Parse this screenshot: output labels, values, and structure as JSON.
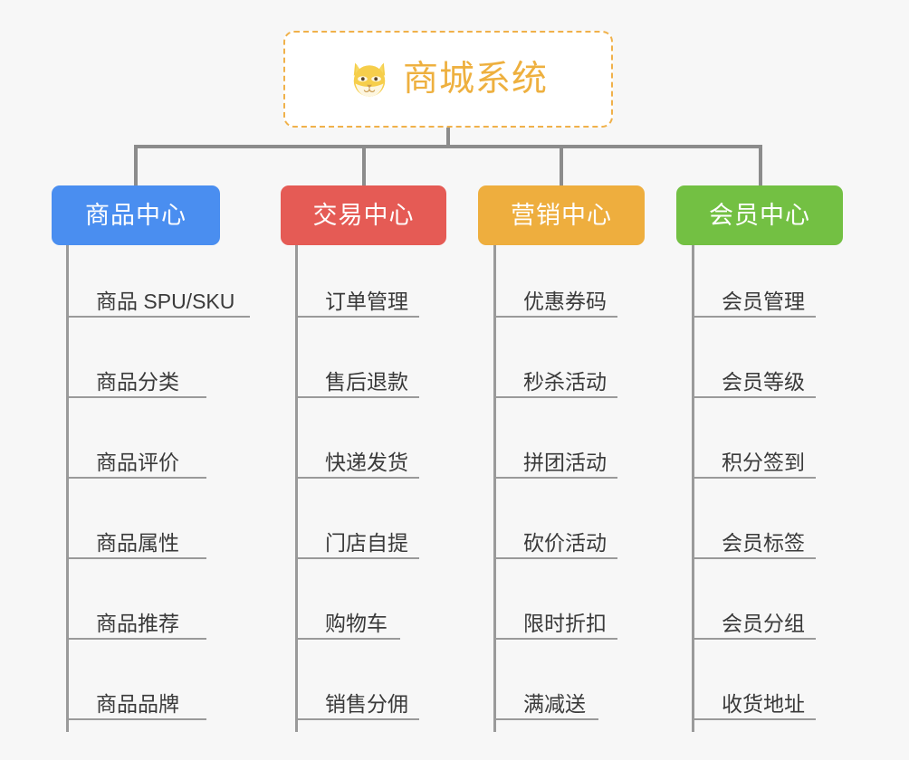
{
  "diagram": {
    "type": "org-chart",
    "background_color": "#f7f7f7",
    "root": {
      "title": "商城系统",
      "icon": "dog-face-icon",
      "border_color": "#f0b14a",
      "text_color": "#eeb03f"
    },
    "connector_color": "#8c8c8c",
    "leaf_line_color": "#9a9a9a",
    "leaf_text_color": "#3a3a3a",
    "branches": [
      {
        "label": "商品中心",
        "color": "#4a8ef0",
        "items": [
          "商品 SPU/SKU",
          "商品分类",
          "商品评价",
          "商品属性",
          "商品推荐",
          "商品品牌"
        ]
      },
      {
        "label": "交易中心",
        "color": "#e55b55",
        "items": [
          "订单管理",
          "售后退款",
          "快递发货",
          "门店自提",
          "购物车",
          "销售分佣"
        ]
      },
      {
        "label": "营销中心",
        "color": "#eeae3e",
        "items": [
          "优惠券码",
          "秒杀活动",
          "拼团活动",
          "砍价活动",
          "限时折扣",
          "满减送"
        ]
      },
      {
        "label": "会员中心",
        "color": "#73c043",
        "items": [
          "会员管理",
          "会员等级",
          "积分签到",
          "会员标签",
          "会员分组",
          "收货地址"
        ]
      }
    ]
  }
}
